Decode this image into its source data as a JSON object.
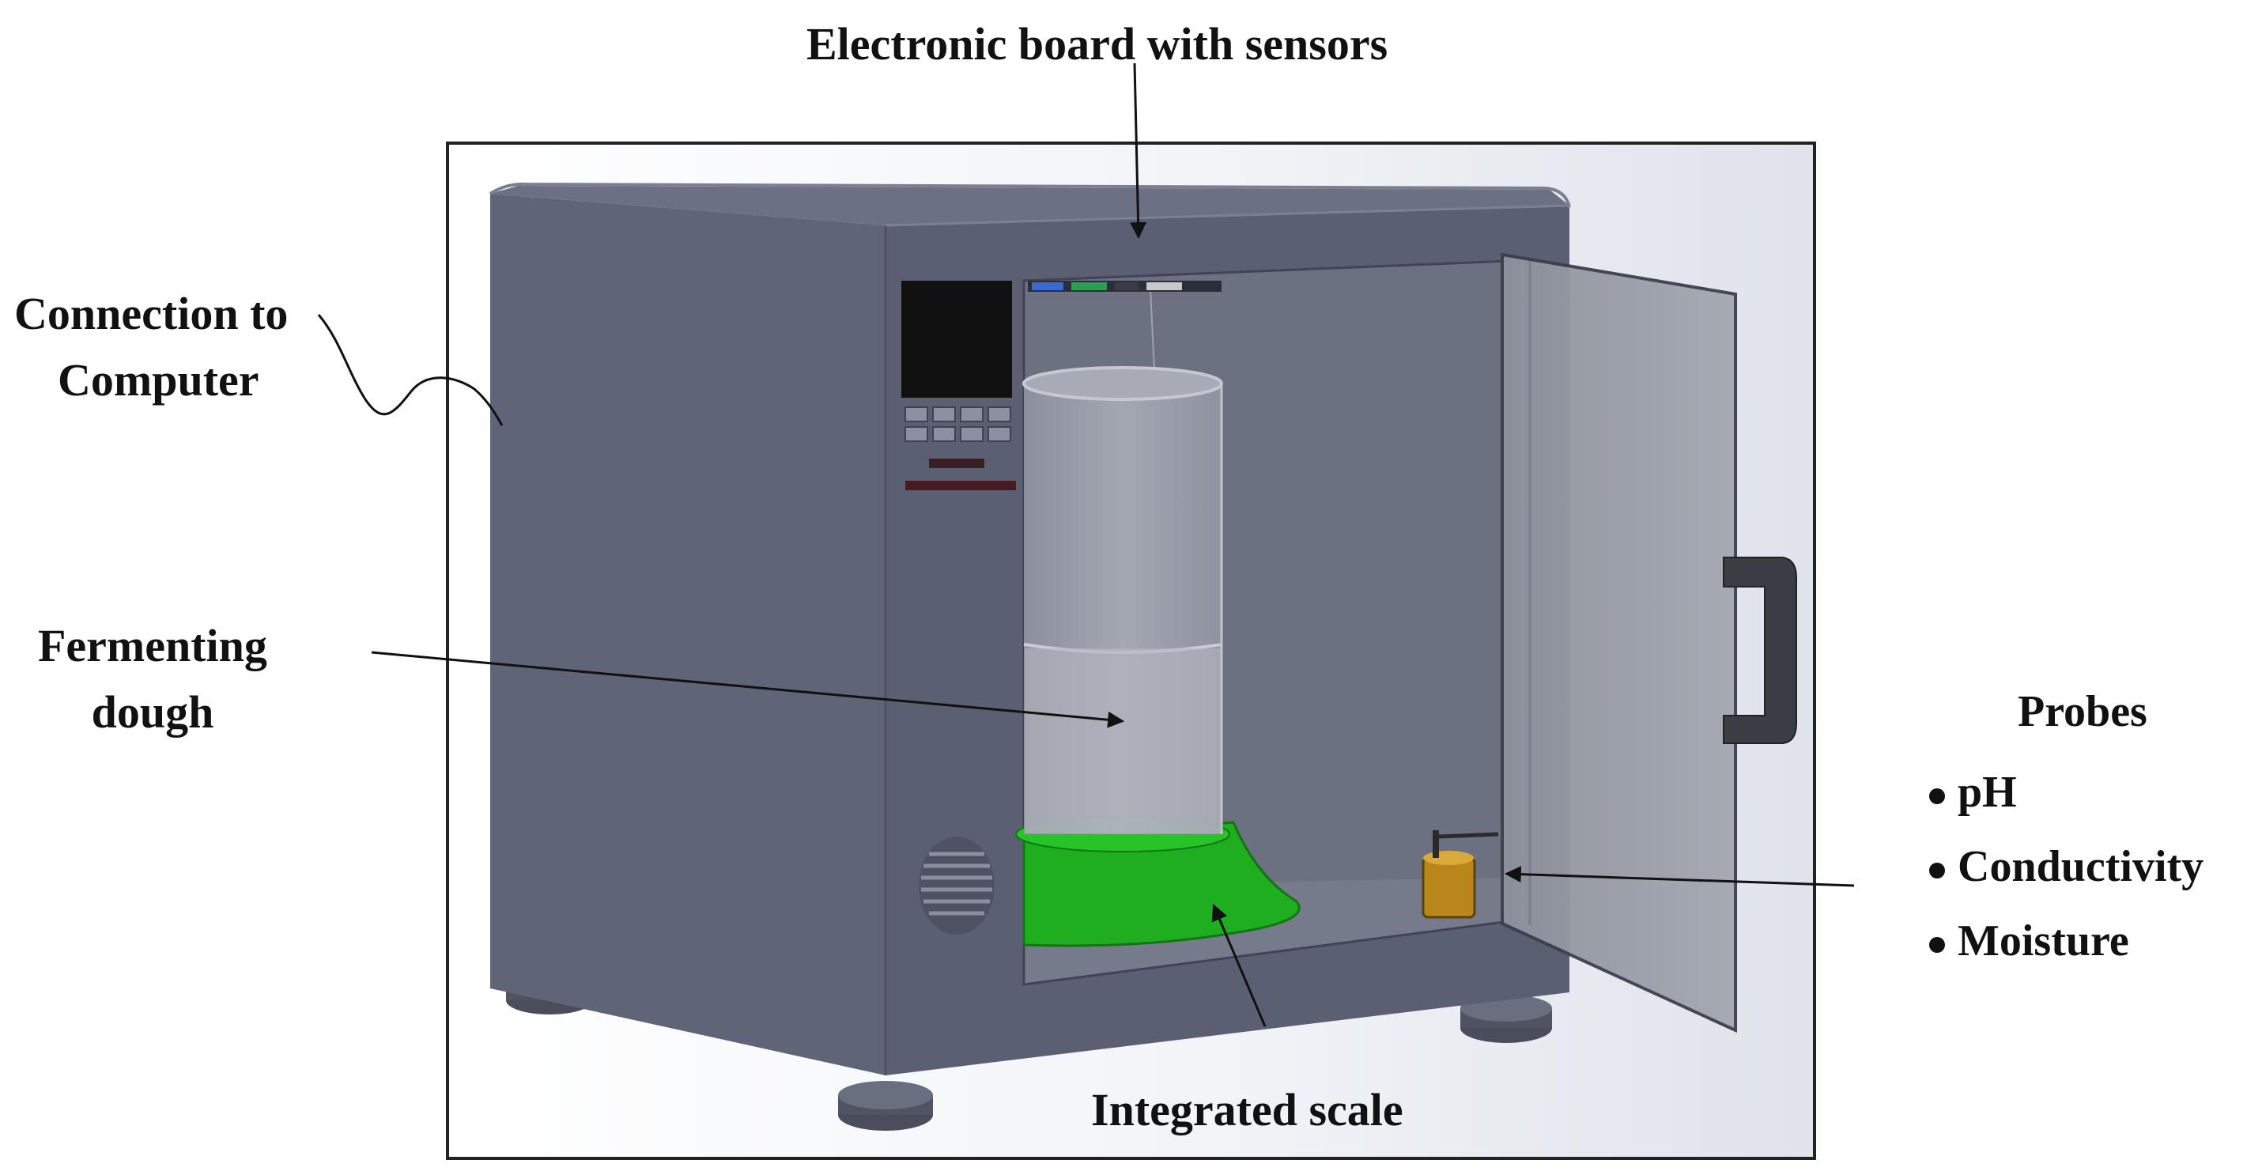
{
  "labels": {
    "board": "Electronic board with sensors",
    "connection_line1": "Connection to",
    "connection_line2": "Computer",
    "dough_line1": "Fermenting",
    "dough_line2": "dough",
    "scale": "Integrated scale"
  },
  "probes": {
    "title": "Probes",
    "items": [
      "pH",
      "Conductivity",
      "Moisture"
    ]
  },
  "colors": {
    "cabinet": "#5d6275",
    "scale": "#1fae1f",
    "sensor": "#b8861a",
    "handle": "#3a3d44"
  }
}
